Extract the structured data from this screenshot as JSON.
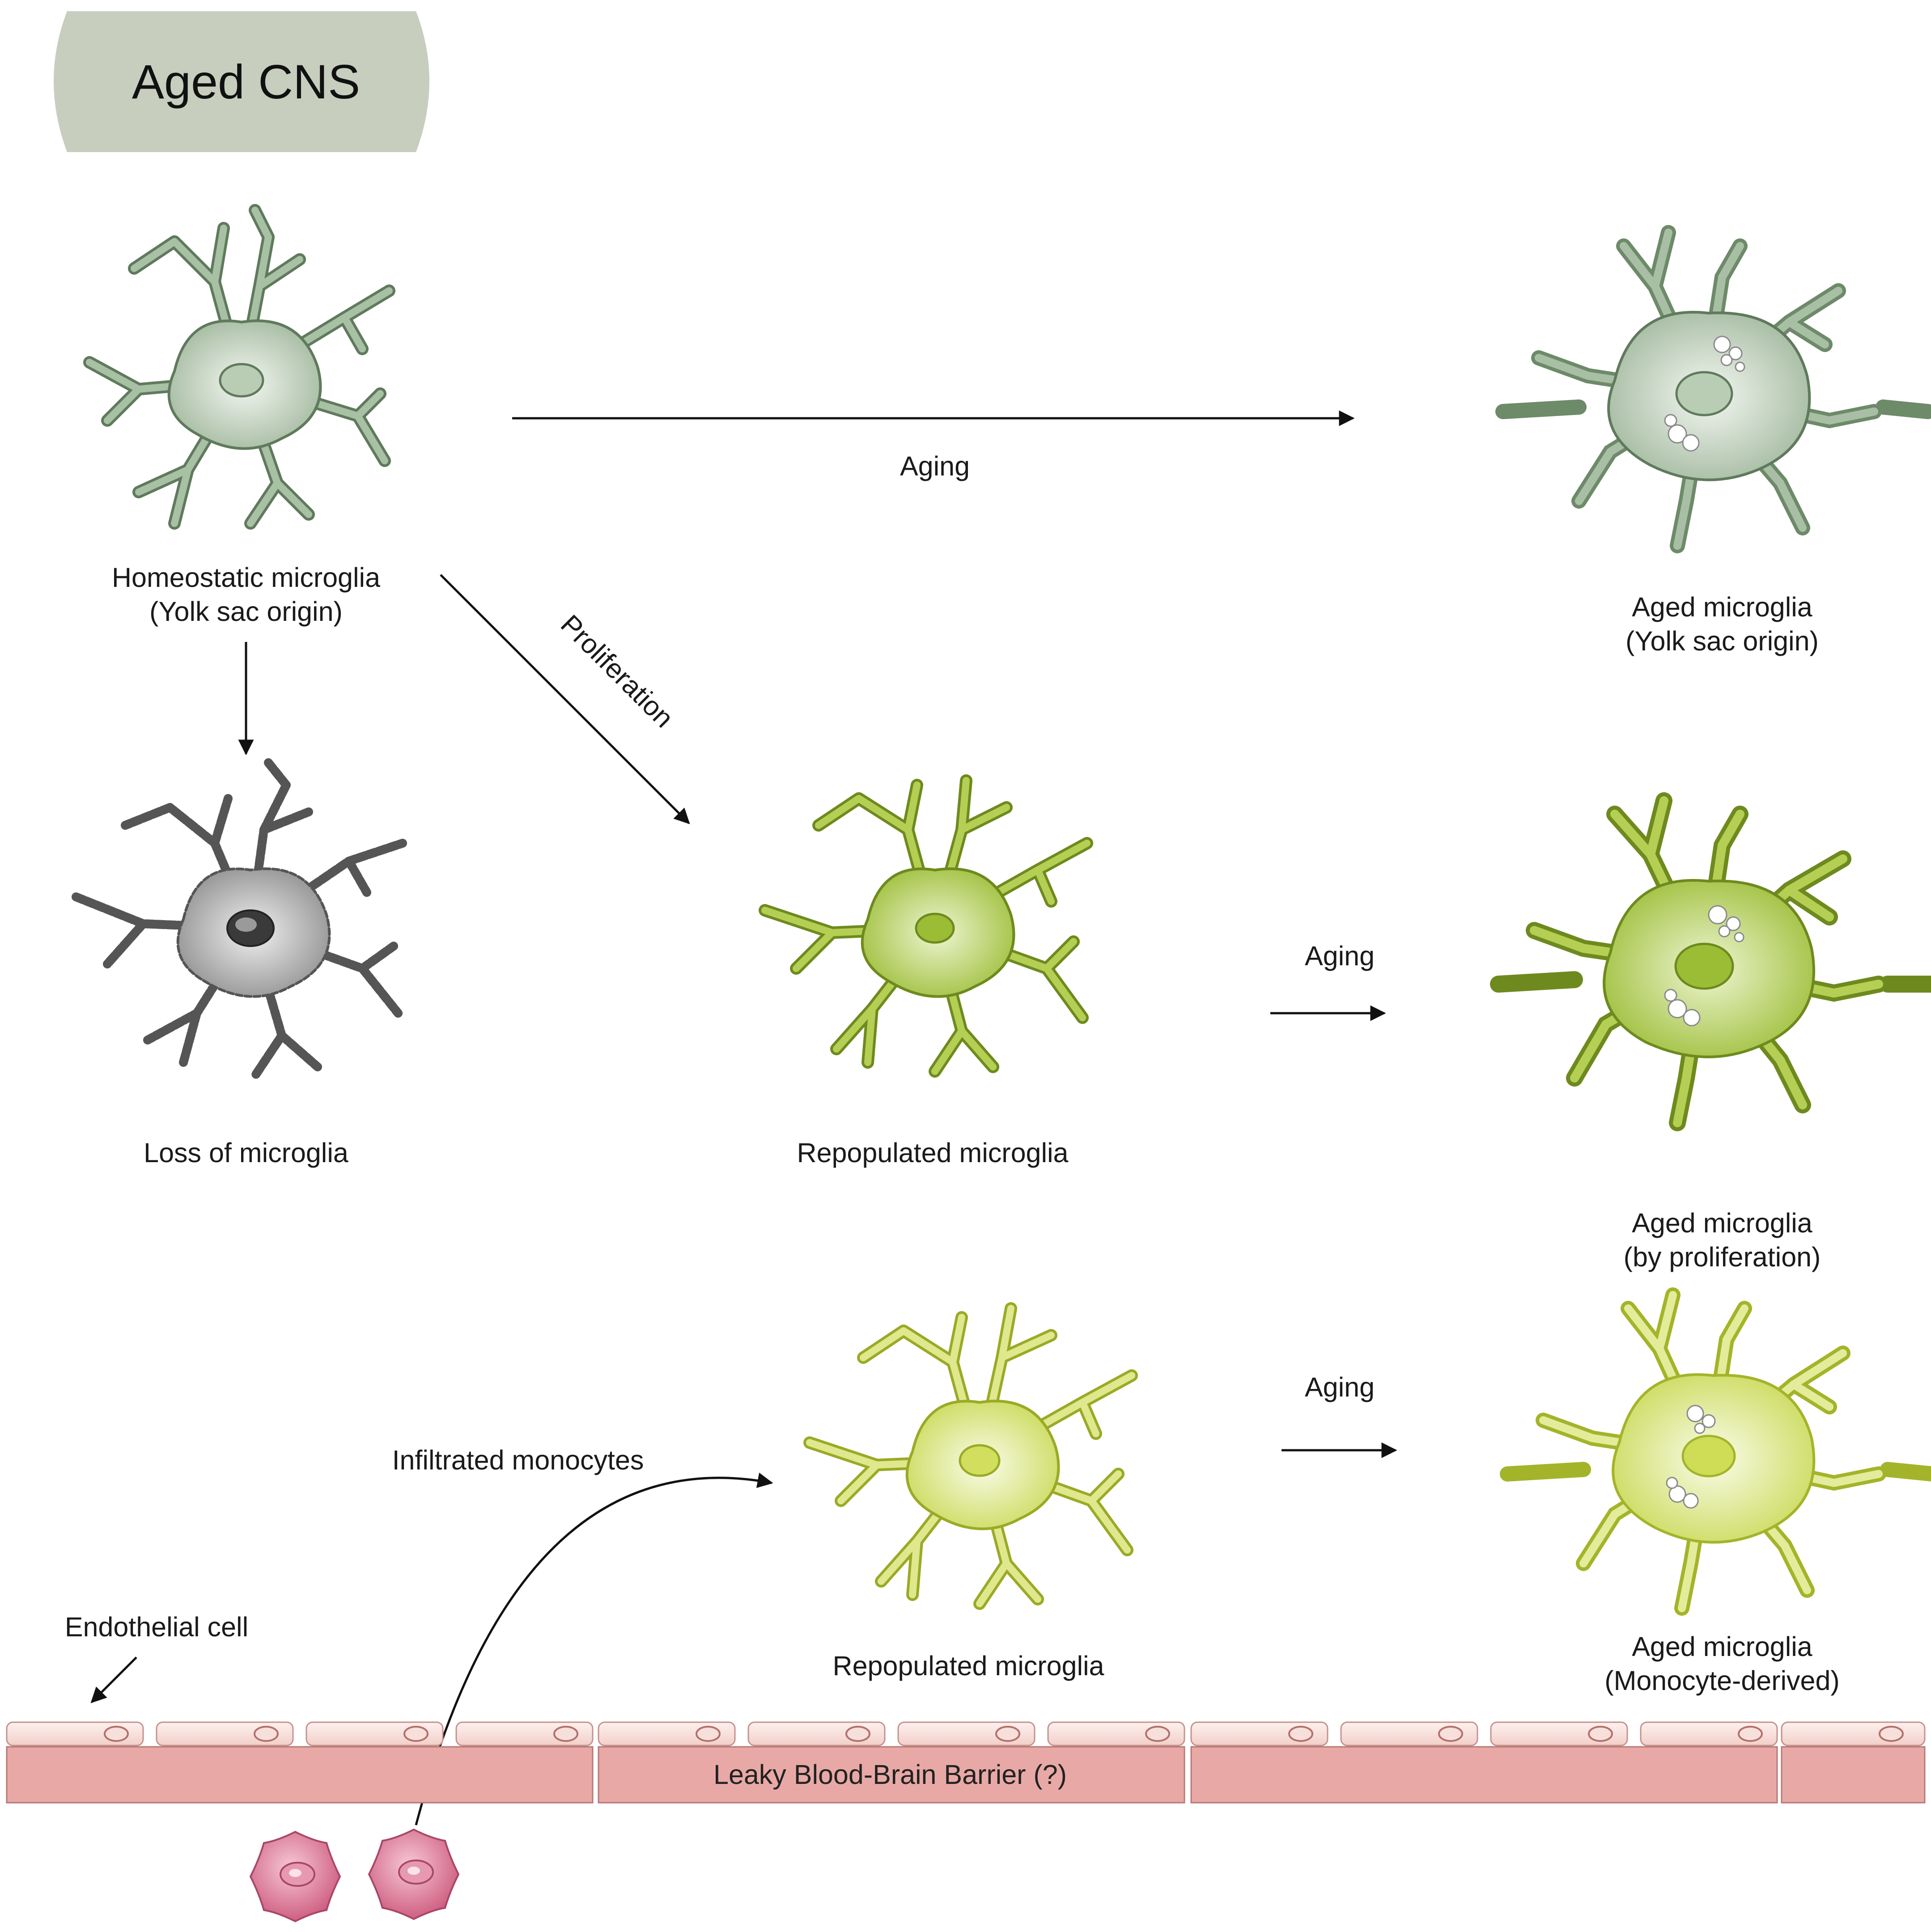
{
  "title": "Aged CNS",
  "colors": {
    "title_bg": "#c7cebe",
    "homeostatic": "#8da88a",
    "homeostatic_light": "#e4ece1",
    "loss": "#7a7a7a",
    "loss_light": "#d6d6d6",
    "proliferation": "#93b52f",
    "proliferation_light": "#e2edbb",
    "monocyte_derived": "#c5d54a",
    "monocyte_derived_light": "#f1f5cc",
    "monocyte": "#d46b8c",
    "endothelial": "#f6dcd8",
    "barrier": "#e8a9a6"
  },
  "labels": {
    "homeostatic_line1": "Homeostatic microglia",
    "homeostatic_line2": "(Yolk sac origin)",
    "aged_yolk_line1": "Aged microglia",
    "aged_yolk_line2": "(Yolk sac origin)",
    "loss": "Loss of microglia",
    "repopulated_1": "Repopulated microglia",
    "aged_prolif_line1": "Aged microglia",
    "aged_prolif_line2": "(by proliferation)",
    "repopulated_2": "Repopulated microglia",
    "aged_mono_line1": "Aged microglia",
    "aged_mono_line2": "(Monocyte-derived)",
    "infiltrated": "Infiltrated monocytes",
    "endothelial": "Endothelial cell",
    "barrier": "Leaky Blood-Brain Barrier (?)"
  },
  "arrows": {
    "aging_top": "Aging",
    "proliferation": "Proliferation",
    "aging_middle": "Aging",
    "aging_bottom": "Aging"
  }
}
